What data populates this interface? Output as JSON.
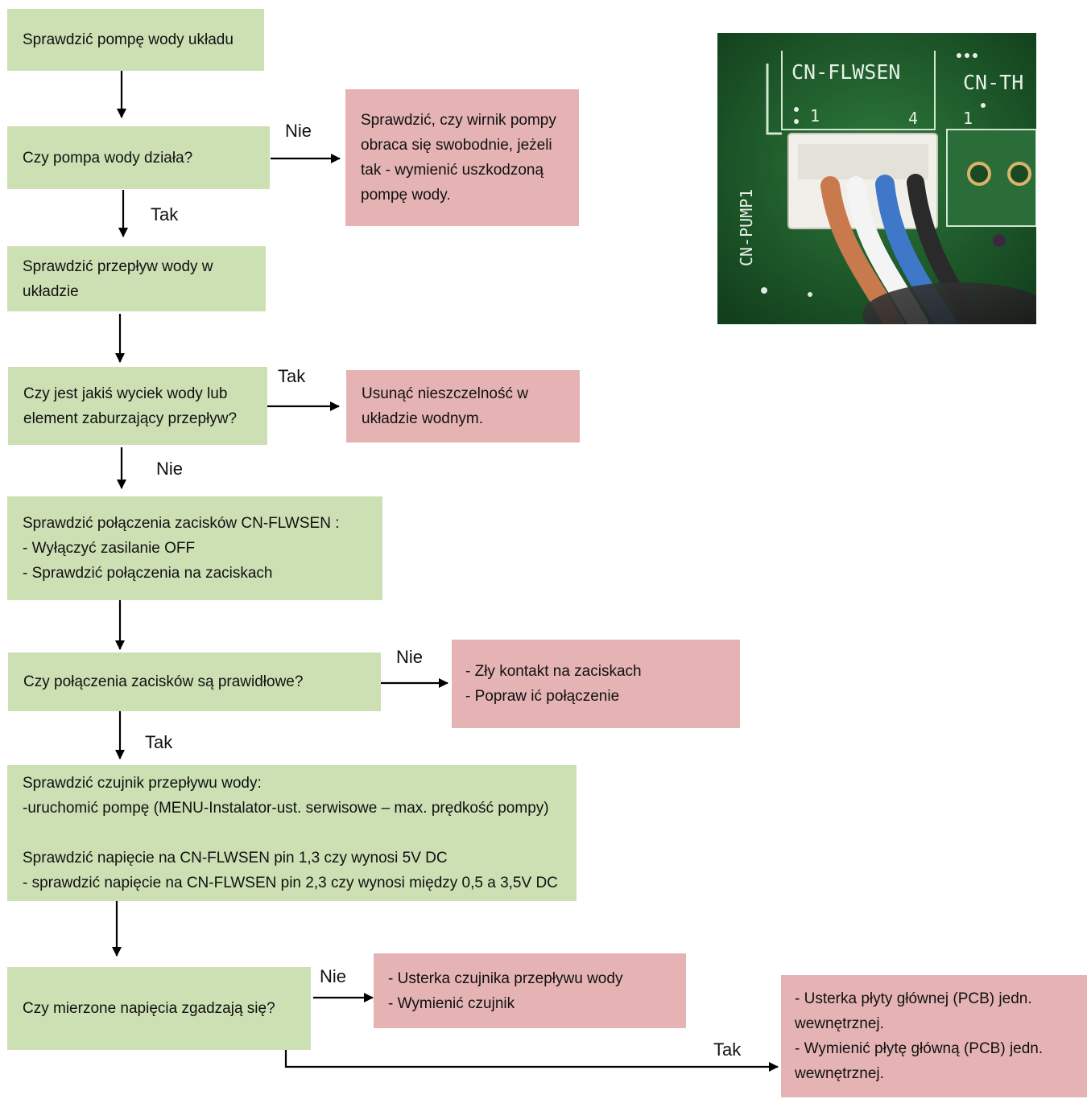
{
  "colors": {
    "step_fill": "#cce0b4",
    "action_fill": "#e5b3b3",
    "pcb_green": "#1f5a2c"
  },
  "steps": {
    "s1": "Sprawdzić pompę wody układu",
    "q1": "Czy pompa wody działa?",
    "s2_lines": [
      "Sprawdzić przepływ wody w",
      "układzie"
    ],
    "q2_lines": [
      "Czy jest jakiś wyciek wody lub",
      "element zaburzający przepływ?"
    ],
    "s3_lines": [
      "Sprawdzić  połączenia  zacisków  CN-FLWSEN  :",
      "- Wyłączyć zasilanie OFF",
      "- Sprawdzić  połączenia  na  zaciskach"
    ],
    "q3": "Czy połączenia zacisków są prawidłowe?",
    "s4_lines": [
      "Sprawdzić  czujnik  przepływu  wody:",
      "-uruchomić  pompę  (MENU-Instalator-ust.  serwisowe  –  max.  prędkość  pompy)",
      "",
      "Sprawdzić  napięcie na  CN-FLWSEN pin 1,3  czy wynosi 5V DC",
      "- sprawdzić  napięcie na  CN-FLWSEN pin 2,3  czy wynosi  między 0,5 a 3,5V DC"
    ],
    "q4": "Czy mierzone napięcia zgadzają się?"
  },
  "actions": {
    "a1_lines": [
      "Sprawdzić,  czy  wirnik  pompy",
      "obraca się swobodnie, jeżeli",
      "tak - wymienić uszkodzoną",
      "pompę wody."
    ],
    "a2_lines": [
      "Usunąć nieszczelność w",
      "układzie wodnym."
    ],
    "a3_lines": [
      "- Zły kontakt na zaciskach",
      "- Popraw ić połączenie"
    ],
    "a4_lines": [
      "- Usterka  czujnika  przepływu  wody",
      "- Wymienić  czujnik"
    ],
    "a5_lines": [
      "- Usterka płyty głównej (PCB) jedn.",
      "wewnętrznej.",
      "- Wymienić płytę główną (PCB) jedn.",
      "wewnętrznej."
    ]
  },
  "labels": {
    "nie1": "Nie",
    "tak1": "Tak",
    "tak2": "Tak",
    "nie2": "Nie",
    "nie3": "Nie",
    "tak3": "Tak",
    "nie4": "Nie",
    "tak4": "Tak"
  },
  "photo": {
    "connector_label": "CN-FLWSEN",
    "connector_label_2": "CN-TH",
    "side_label": "CN-PUMP1",
    "pin_1": "1",
    "pin_4": "4",
    "pin_1b": "1"
  }
}
